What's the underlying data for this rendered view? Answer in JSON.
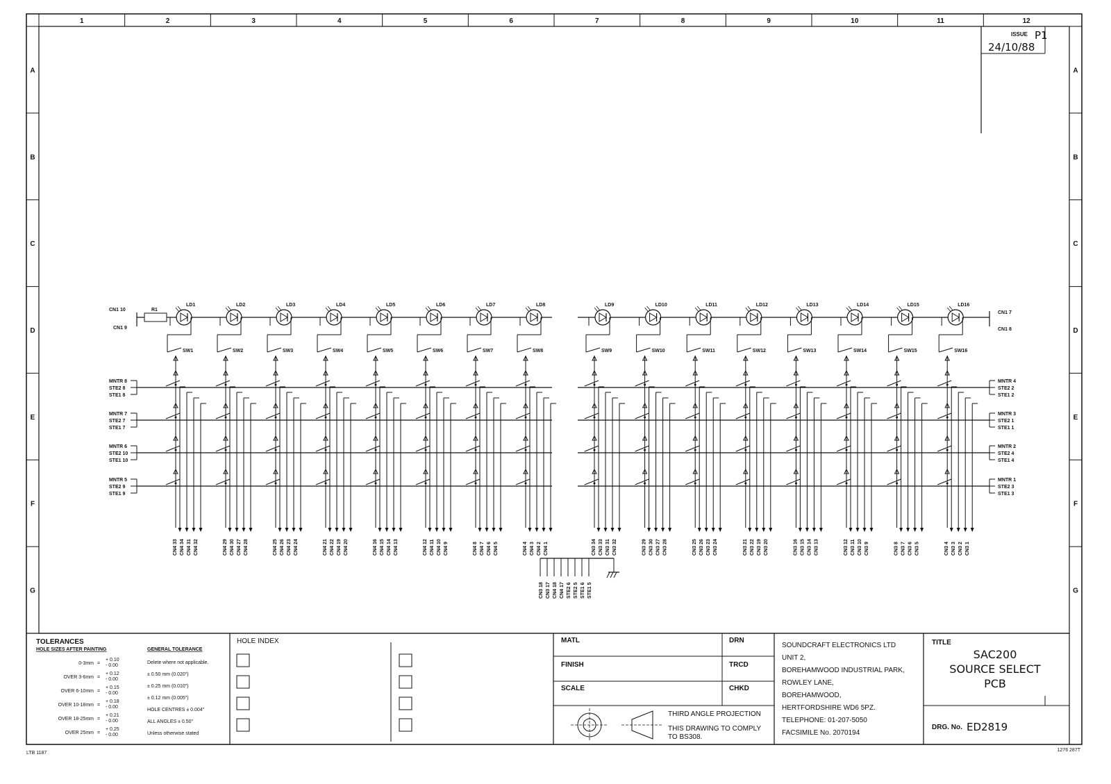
{
  "border": {
    "columns": [
      "1",
      "2",
      "3",
      "4",
      "5",
      "6",
      "7",
      "8",
      "9",
      "10",
      "11",
      "12"
    ],
    "rows": [
      "A",
      "B",
      "C",
      "D",
      "E",
      "F",
      "G"
    ]
  },
  "issue": {
    "label": "ISSUE",
    "value": "P1",
    "date": "24/10/88"
  },
  "schematic": {
    "left_connector_top": "CN1 10",
    "left_connector_bottom": "CN1 9",
    "resistor": "R1",
    "right_connector_top": "CN1 7",
    "right_connector_bottom": "CN1 8",
    "channels_left": [
      {
        "led": "LD1",
        "sw": "SW1",
        "pins": [
          "CN4 33",
          "CN4 34",
          "CN4 31",
          "CN4 32"
        ]
      },
      {
        "led": "LD2",
        "sw": "SW2",
        "pins": [
          "CN4 29",
          "CN4 30",
          "CN4 27",
          "CN4 28"
        ]
      },
      {
        "led": "LD3",
        "sw": "SW3",
        "pins": [
          "CN4 25",
          "CN4 26",
          "CN4 23",
          "CN4 24"
        ]
      },
      {
        "led": "LD4",
        "sw": "SW4",
        "pins": [
          "CN4 21",
          "CN4 22",
          "CN4 19",
          "CN4 20"
        ]
      },
      {
        "led": "LD5",
        "sw": "SW5",
        "pins": [
          "CN4 16",
          "CN4 15",
          "CN4 14",
          "CN4 13"
        ]
      },
      {
        "led": "LD6",
        "sw": "SW6",
        "pins": [
          "CN4 12",
          "CN4 11",
          "CN4 10",
          "CN4 9"
        ]
      },
      {
        "led": "LD7",
        "sw": "SW7",
        "pins": [
          "CN4 8",
          "CN4 7",
          "CN4 6",
          "CN4 5"
        ]
      },
      {
        "led": "LD8",
        "sw": "SW8",
        "pins": [
          "CN4 4",
          "CN4 3",
          "CN4 2",
          "CN4 1"
        ]
      }
    ],
    "channels_right": [
      {
        "led": "LD9",
        "sw": "SW9",
        "pins": [
          "CN3 34",
          "CN3 33",
          "CN3 31",
          "CN3 32"
        ]
      },
      {
        "led": "LD10",
        "sw": "SW10",
        "pins": [
          "CN3 29",
          "CN3 30",
          "CN3 27",
          "CN3 28"
        ]
      },
      {
        "led": "LD11",
        "sw": "SW11",
        "pins": [
          "CN3 25",
          "CN3 26",
          "CN3 23",
          "CN3 24"
        ]
      },
      {
        "led": "LD12",
        "sw": "SW12",
        "pins": [
          "CN3 21",
          "CN3 22",
          "CN3 19",
          "CN3 20"
        ]
      },
      {
        "led": "LD13",
        "sw": "SW13",
        "pins": [
          "CN3 16",
          "CN3 15",
          "CN3 14",
          "CN3 13"
        ]
      },
      {
        "led": "LD14",
        "sw": "SW14",
        "pins": [
          "CN3 12",
          "CN3 11",
          "CN3 10",
          "CN3 9"
        ]
      },
      {
        "led": "LD15",
        "sw": "SW15",
        "pins": [
          "CN3 8",
          "CN3 7",
          "CN3 6",
          "CN3 5"
        ]
      },
      {
        "led": "LD16",
        "sw": "SW16",
        "pins": [
          "CN3 4",
          "CN3 3",
          "CN3 2",
          "CN3 1"
        ]
      }
    ],
    "bus_left": [
      [
        "MNTR 8",
        "STE2 8",
        "STE1 8"
      ],
      [
        "MNTR 7",
        "STE2 7",
        "STE1 7"
      ],
      [
        "MNTR 6",
        "STE2 10",
        "STE1 10"
      ],
      [
        "MNTR 5",
        "STE2 9",
        "STE1 9"
      ]
    ],
    "bus_right": [
      [
        "MNTR 4",
        "STE2 2",
        "STE1 2"
      ],
      [
        "MNTR 3",
        "STE2 1",
        "STE1 1"
      ],
      [
        "MNTR 2",
        "STE2 4",
        "STE1 4"
      ],
      [
        "MNTR 1",
        "STE2 3",
        "STE1 3"
      ]
    ],
    "ground_pins": [
      "CN3 18",
      "CN3 17",
      "CN4 18",
      "CN4 17",
      "STE2 6",
      "STE2 5",
      "STE1 6",
      "STE1 5"
    ]
  },
  "title_block": {
    "tolerances": {
      "title": "TOLERANCES",
      "subtitle": "HOLE SIZES AFTER PAINTING",
      "rows": [
        {
          "range": "0-3mm",
          "plus": "+ 0.10",
          "minus": "- 0.00"
        },
        {
          "range": "OVER 3-6mm",
          "plus": "+ 0.12",
          "minus": "- 0.00"
        },
        {
          "range": "OVER 6-10mm",
          "plus": "+ 0.15",
          "minus": "- 0.00"
        },
        {
          "range": "OVER 10-18mm",
          "plus": "+ 0.18",
          "minus": "- 0.00"
        },
        {
          "range": "OVER 18-25mm",
          "plus": "+ 0.21",
          "minus": "- 0.00"
        },
        {
          "range": "OVER 25mm",
          "plus": "+ 0.25",
          "minus": "- 0.00"
        }
      ],
      "general_title": "GENERAL TOLERANCE",
      "general": [
        "Delete where not applicable.",
        "± 0.50 mm  (0.020\")",
        "± 0.25 mm  (0.010\")",
        "± 0.12 mm  (0.005\")",
        "HOLE CENTRES ± 0.004\"",
        "ALL ANGLES ± 0.50°",
        "Unless otherwise stated"
      ]
    },
    "hole_index": "HOLE INDEX",
    "matl": "MATL",
    "finish": "FINISH",
    "scale": "SCALE",
    "drn": "DRN",
    "trcd": "TRCD",
    "chkd": "CHKD",
    "projection": [
      "THIRD ANGLE PROJECTION",
      "THIS DRAWING TO COMPLY",
      "TO BS308."
    ],
    "company": [
      "SOUNDCRAFT ELECTRONICS LTD",
      "UNIT 2,",
      "BOREHAMWOOD INDUSTRIAL PARK,",
      "ROWLEY LANE,",
      "BOREHAMWOOD,",
      "HERTFORDSHIRE WD6 5PZ.",
      "TELEPHONE: 01-207-5050",
      "FACSIMILE No. 2070194"
    ],
    "title_label": "TITLE",
    "title_lines": [
      "SAC200",
      "SOURCE SELECT",
      "PCB"
    ],
    "drg_label": "DRG. No.",
    "drg_no": "ED2819"
  },
  "footer": {
    "left": "LTB 1187",
    "right": "1276 287T"
  }
}
